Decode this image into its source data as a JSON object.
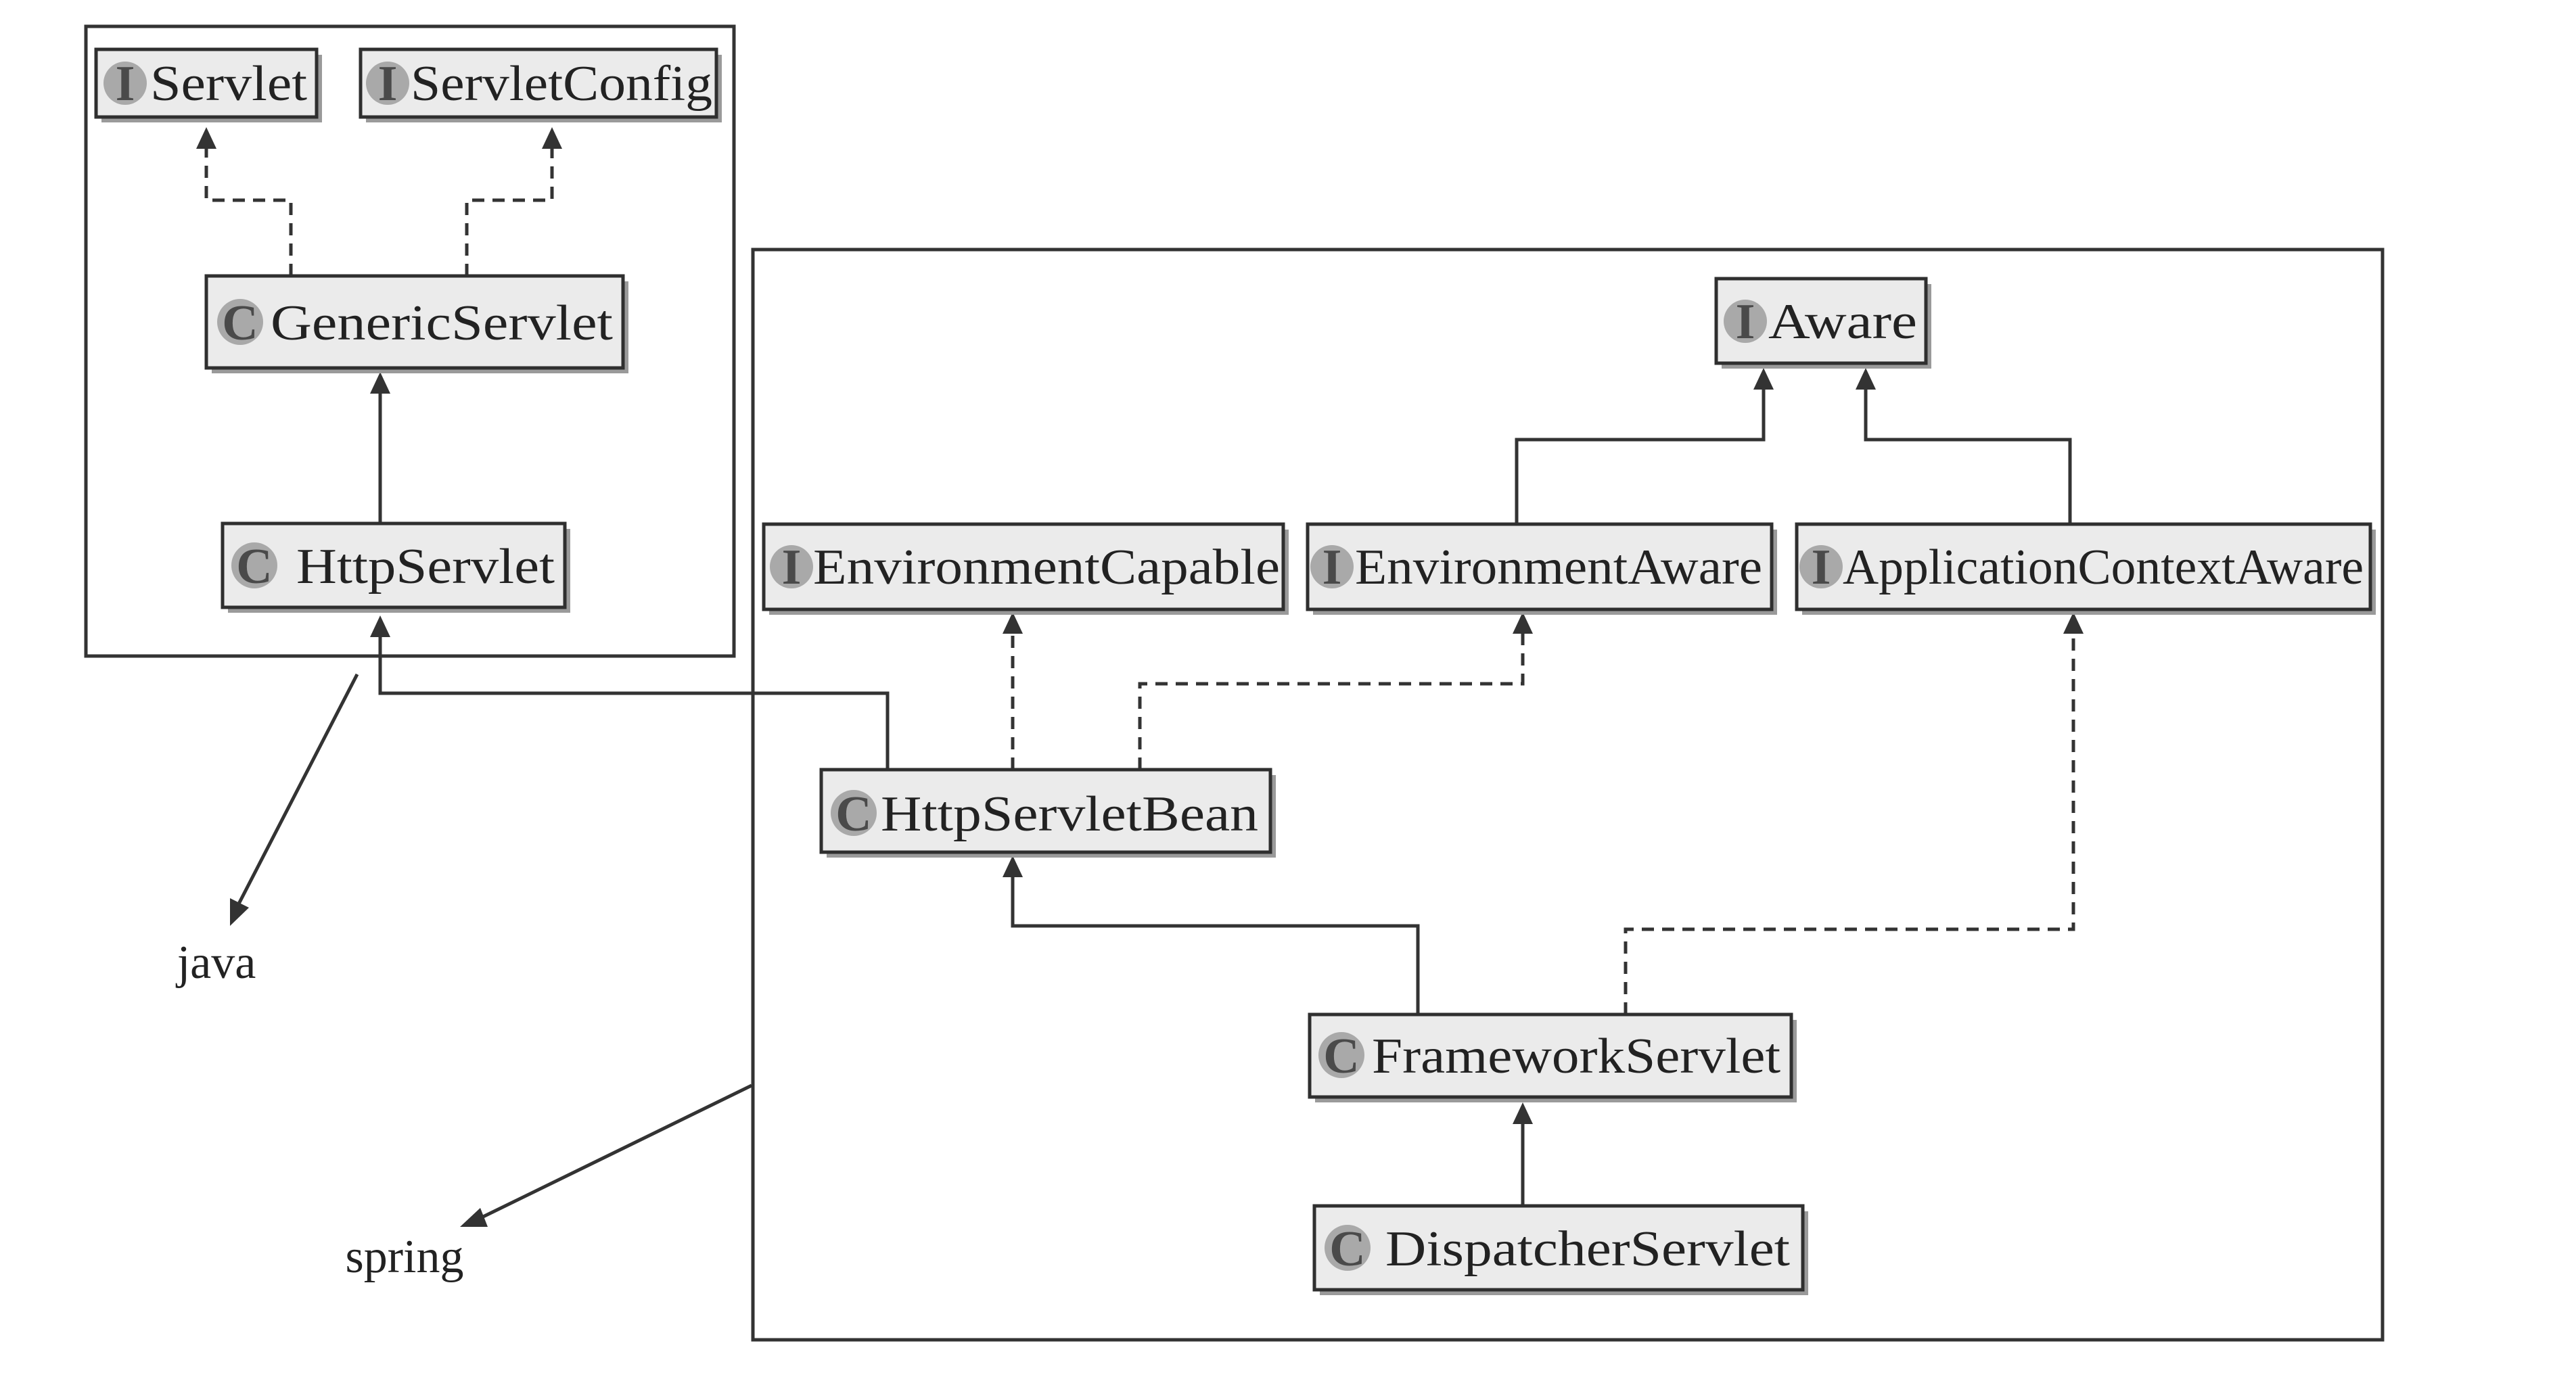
{
  "packages": [
    {
      "id": "java",
      "label": "java"
    },
    {
      "id": "spring",
      "label": "spring"
    }
  ],
  "nodes": [
    {
      "id": "servlet",
      "kind": "I",
      "name": "Servlet"
    },
    {
      "id": "servletconfig",
      "kind": "I",
      "name": "ServletConfig"
    },
    {
      "id": "genericservlet",
      "kind": "C",
      "name": "GenericServlet"
    },
    {
      "id": "httpservlet",
      "kind": "C",
      "name": "HttpServlet"
    },
    {
      "id": "aware",
      "kind": "I",
      "name": "Aware"
    },
    {
      "id": "environmentcapable",
      "kind": "I",
      "name": "EnvironmentCapable"
    },
    {
      "id": "environmentaware",
      "kind": "I",
      "name": "EnvironmentAware"
    },
    {
      "id": "applicationcontextaware",
      "kind": "I",
      "name": "ApplicationContextAware"
    },
    {
      "id": "httpservletbean",
      "kind": "C",
      "name": "HttpServletBean"
    },
    {
      "id": "frameworkservlet",
      "kind": "C",
      "name": "FrameworkServlet"
    },
    {
      "id": "dispatcherservlet",
      "kind": "C",
      "name": "DispatcherServlet"
    }
  ],
  "edges": [
    {
      "from": "genericservlet",
      "to": "servlet",
      "style": "dashed"
    },
    {
      "from": "genericservlet",
      "to": "servletconfig",
      "style": "dashed"
    },
    {
      "from": "httpservlet",
      "to": "genericservlet",
      "style": "solid"
    },
    {
      "from": "httpservletbean",
      "to": "httpservlet",
      "style": "solid"
    },
    {
      "from": "httpservletbean",
      "to": "environmentcapable",
      "style": "dashed"
    },
    {
      "from": "httpservletbean",
      "to": "environmentaware",
      "style": "dashed"
    },
    {
      "from": "environmentaware",
      "to": "aware",
      "style": "solid"
    },
    {
      "from": "applicationcontextaware",
      "to": "aware",
      "style": "solid"
    },
    {
      "from": "frameworkservlet",
      "to": "httpservletbean",
      "style": "solid"
    },
    {
      "from": "frameworkservlet",
      "to": "applicationcontextaware",
      "style": "dashed"
    },
    {
      "from": "dispatcherservlet",
      "to": "frameworkservlet",
      "style": "solid"
    }
  ]
}
